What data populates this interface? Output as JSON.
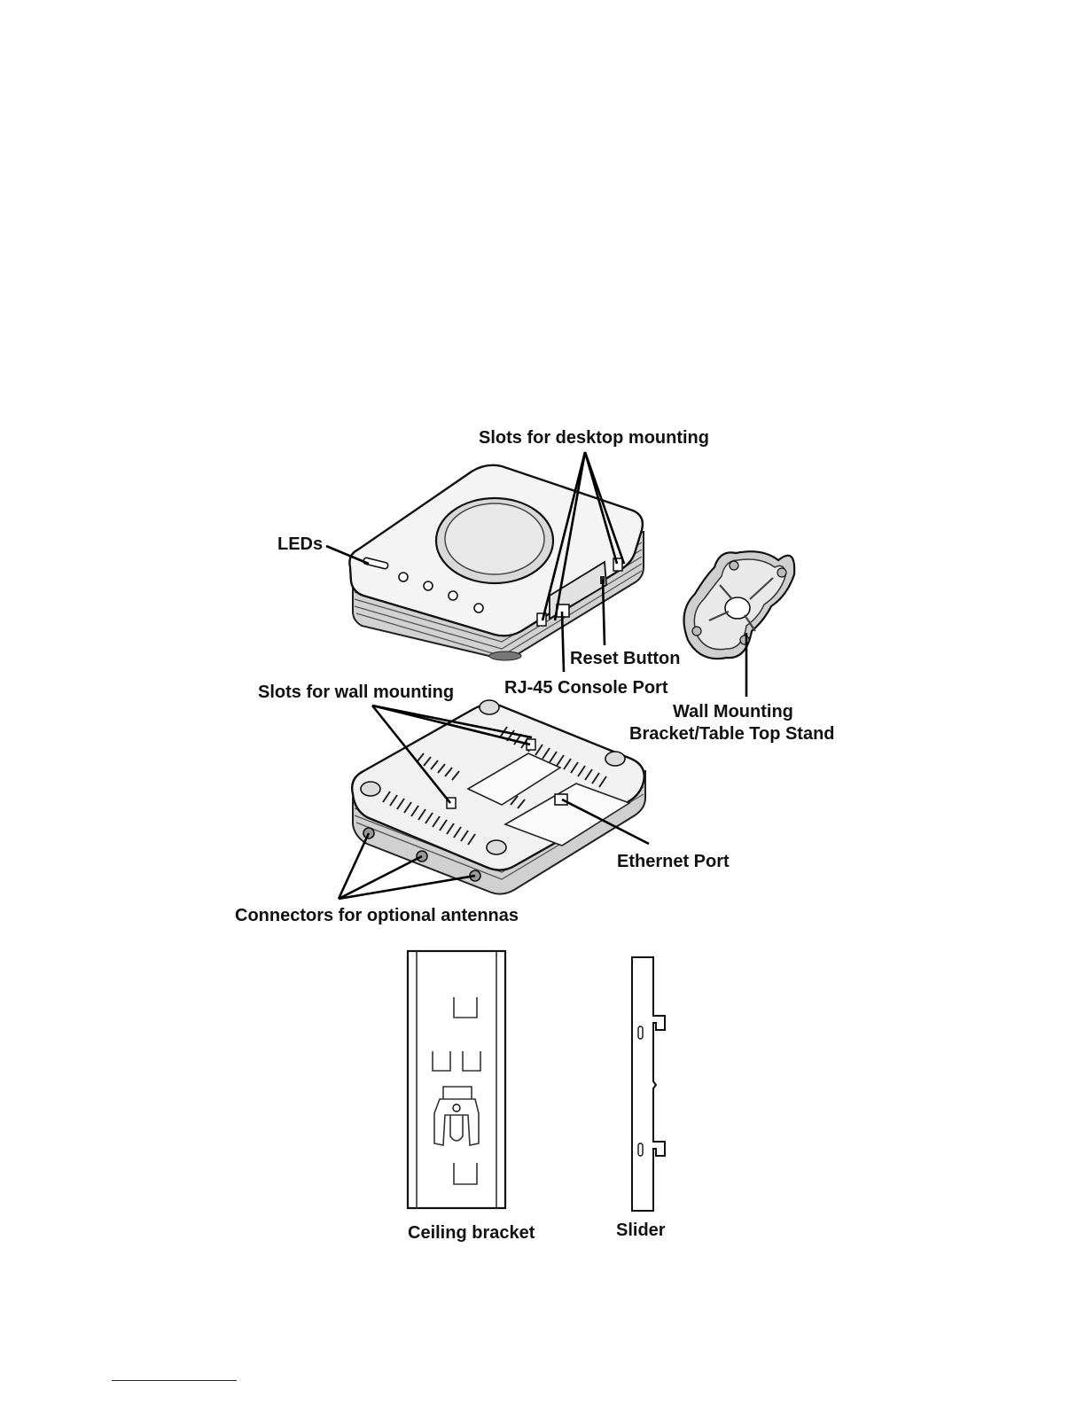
{
  "labels": {
    "slots_desktop": "Slots for desktop mounting",
    "leds": "LEDs",
    "reset_button": "Reset Button",
    "console_port": "RJ-45 Console Port",
    "slots_wall": "Slots for wall mounting",
    "wall_bracket_line1": "Wall Mounting",
    "wall_bracket_line2": "Bracket/Table Top Stand",
    "ethernet_port": "Ethernet Port",
    "antenna_connectors": "Connectors for optional antennas",
    "ceiling_bracket": "Ceiling bracket",
    "slider": "Slider"
  },
  "colors": {
    "outline": "#000000",
    "body_fill": "#f4f4f4",
    "shade": "#c8c8c8",
    "dark_shade": "#8a8a8a",
    "footer_rule": "#1a1aa6"
  }
}
